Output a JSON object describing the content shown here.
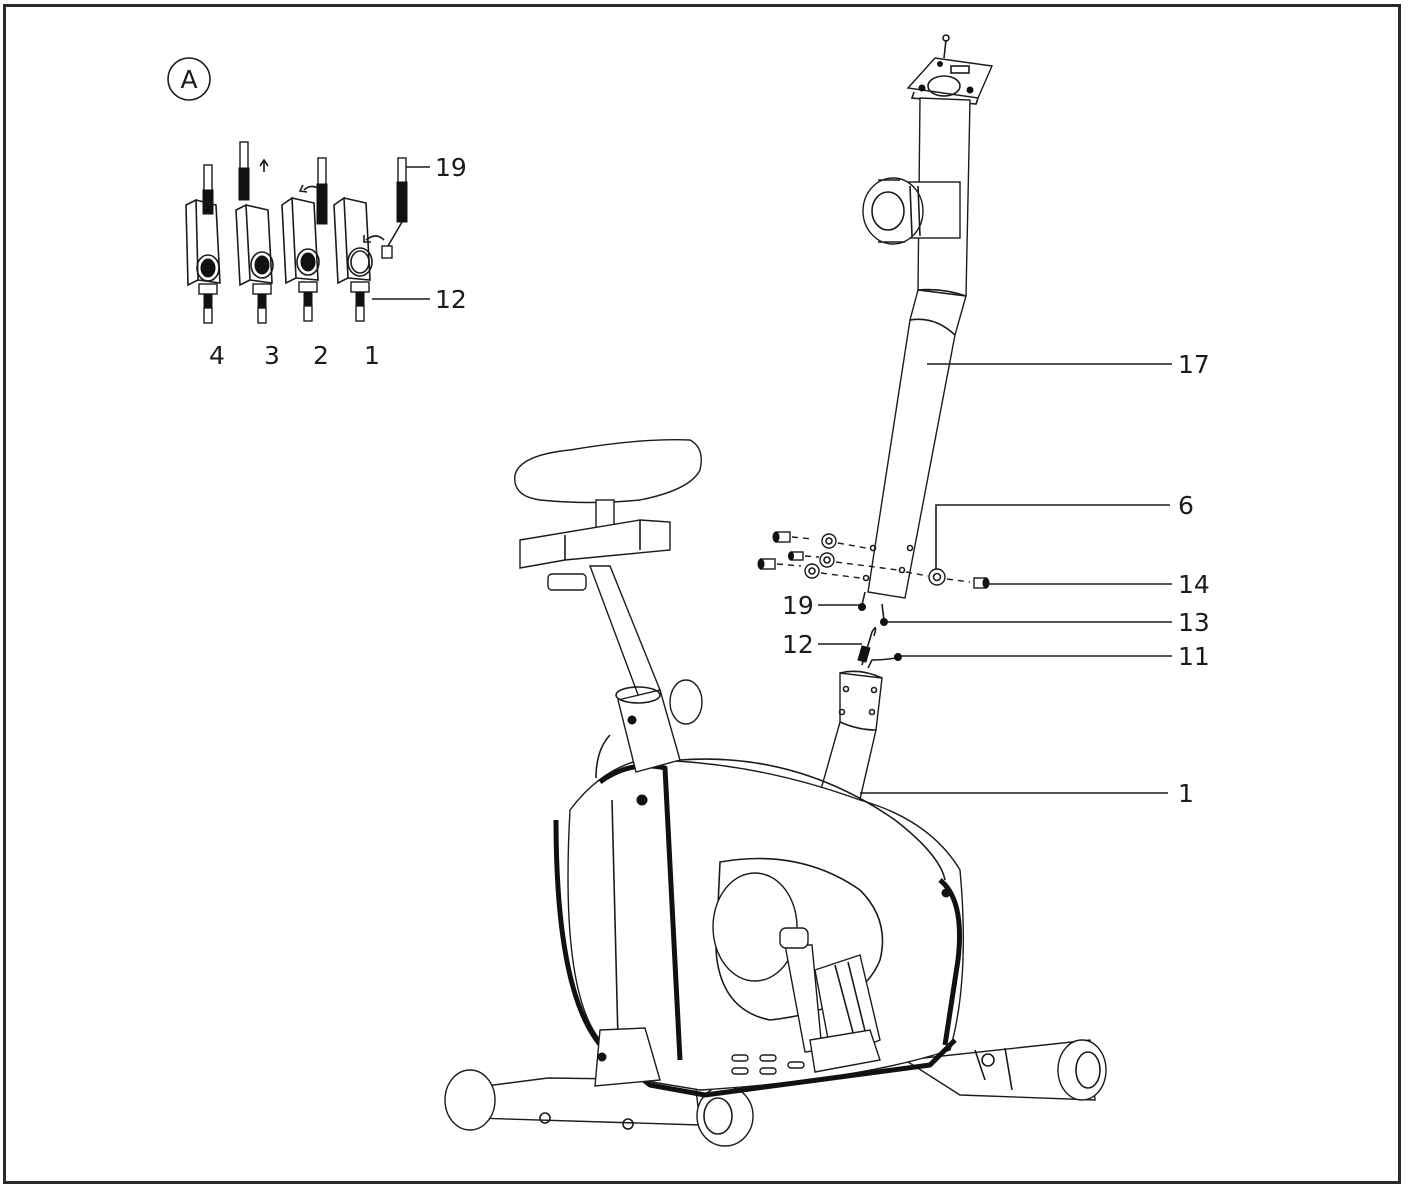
{
  "inset": {
    "badge": "A",
    "label_top": "19",
    "label_bottom": "12",
    "steps": [
      "4",
      "3",
      "2",
      "1"
    ]
  },
  "callouts": {
    "c17": "17",
    "c6": "6",
    "c14": "14",
    "c19": "19",
    "c13": "13",
    "c12": "12",
    "c11": "11",
    "c1": "1"
  }
}
